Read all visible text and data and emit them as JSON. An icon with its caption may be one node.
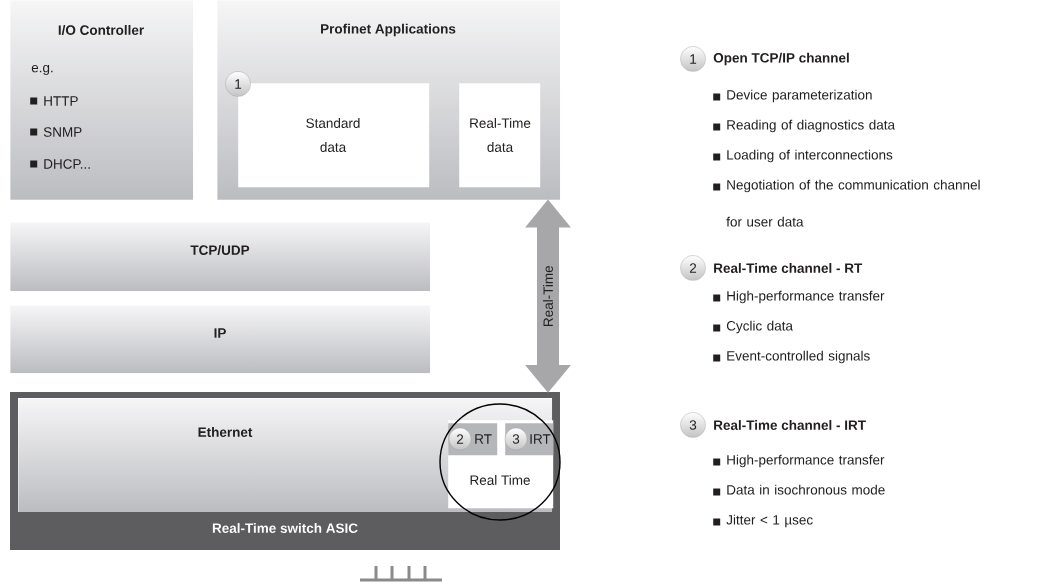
{
  "diagram": {
    "nodes": [
      {
        "text": [
          "I/O Controller",
          "e.g.",
          "HTTP",
          "SNMP",
          "DHCP..."
        ]
      },
      {
        "text": [
          "Profinet Applications"
        ]
      },
      {
        "text": [
          "Standard data"
        ],
        "in": 1
      },
      {
        "text": [
          "Real-Time data"
        ],
        "in": 1
      },
      {
        "text": [
          "TCP/UDP"
        ]
      },
      {
        "text": [
          "IP"
        ]
      },
      {
        "text": [
          "Real-Time switch ASIC"
        ]
      },
      {
        "text": [
          "Ethernet"
        ],
        "in": 6
      },
      {
        "text": [
          "Real Time"
        ],
        "in": 7
      },
      {
        "text": [
          "RT"
        ],
        "in": 8
      },
      {
        "text": [
          "IRT"
        ],
        "in": 8
      }
    ],
    "edges": [
      {
        "from": 1,
        "to": 6,
        "arrow": "both",
        "label": "Real-Time"
      }
    ],
    "labels": [
      "1",
      "2",
      "3",
      "1",
      "Open TCP/IP channel",
      "Device parameterization",
      "Reading of diagnostics data",
      "Loading of interconnections",
      "Negotiation of the communication channel for user data",
      "2",
      "Real-Time channel - RT",
      "High-performance transfer",
      "Cyclic data",
      "Event-controlled signals",
      "3",
      "Real-Time channel - IRT",
      "High-performance transfer",
      "Data in isochronous mode",
      "Jitter < 1 µsec"
    ]
  }
}
